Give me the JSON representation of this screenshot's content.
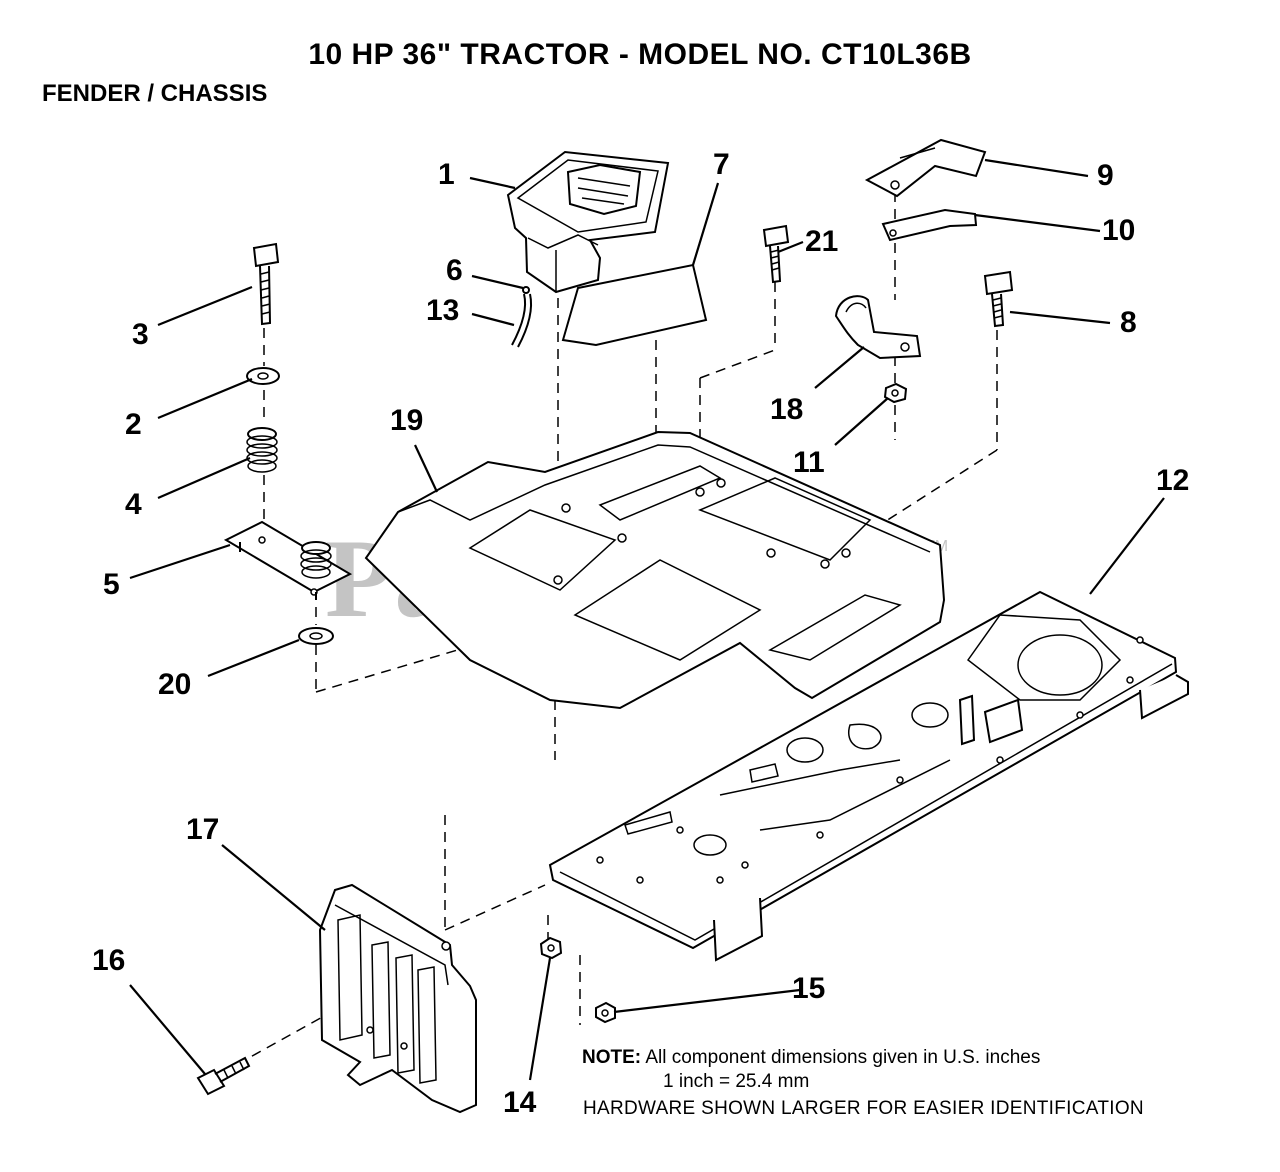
{
  "title": "10 HP 36\" TRACTOR - MODEL NO. CT10L36B",
  "subtitle": "FENDER / CHASSIS",
  "watermark": "PartsTree",
  "watermark_tm": "TM",
  "callouts": [
    {
      "id": "c1",
      "label": "1"
    },
    {
      "id": "c2",
      "label": "2"
    },
    {
      "id": "c3",
      "label": "3"
    },
    {
      "id": "c4",
      "label": "4"
    },
    {
      "id": "c5",
      "label": "5"
    },
    {
      "id": "c6",
      "label": "6"
    },
    {
      "id": "c7",
      "label": "7"
    },
    {
      "id": "c8",
      "label": "8"
    },
    {
      "id": "c9",
      "label": "9"
    },
    {
      "id": "c10",
      "label": "10"
    },
    {
      "id": "c11",
      "label": "11"
    },
    {
      "id": "c12",
      "label": "12"
    },
    {
      "id": "c13",
      "label": "13"
    },
    {
      "id": "c14",
      "label": "14"
    },
    {
      "id": "c15",
      "label": "15"
    },
    {
      "id": "c16",
      "label": "16"
    },
    {
      "id": "c17",
      "label": "17"
    },
    {
      "id": "c18",
      "label": "18"
    },
    {
      "id": "c19",
      "label": "19"
    },
    {
      "id": "c20",
      "label": "20"
    },
    {
      "id": "c21",
      "label": "21"
    }
  ],
  "note": {
    "label": "NOTE:",
    "line1": "All component dimensions given in U.S. inches",
    "line2": "1 inch = 25.4 mm",
    "line3": "HARDWARE SHOWN LARGER FOR EASIER IDENTIFICATION"
  }
}
